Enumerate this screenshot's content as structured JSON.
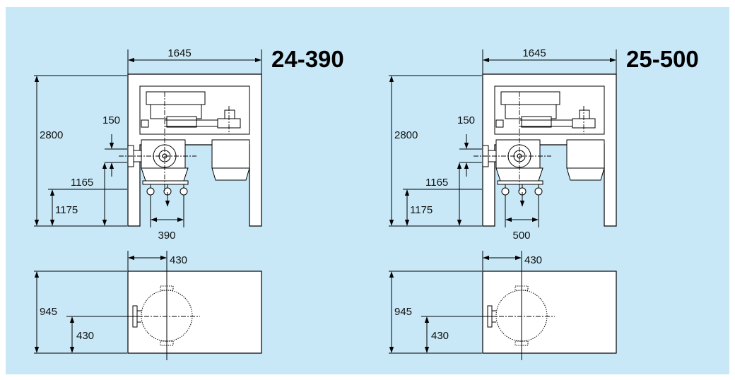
{
  "colors": {
    "background": "#c8e8f7",
    "frame": "#ffffff",
    "line": "#000000"
  },
  "layouts": [
    {
      "model": "24-390",
      "width_top": "1645",
      "height_total": "2800",
      "gap_small": "150",
      "height_outlet": "1165",
      "height_rail": "1175",
      "wheel_spacing": "390",
      "plan_offset": "430",
      "plan_depth": "945",
      "plan_center": "430"
    },
    {
      "model": "25-500",
      "width_top": "1645",
      "height_total": "2800",
      "gap_small": "150",
      "height_outlet": "1165",
      "height_rail": "1175",
      "wheel_spacing": "500",
      "plan_offset": "430",
      "plan_depth": "945",
      "plan_center": "430"
    }
  ]
}
